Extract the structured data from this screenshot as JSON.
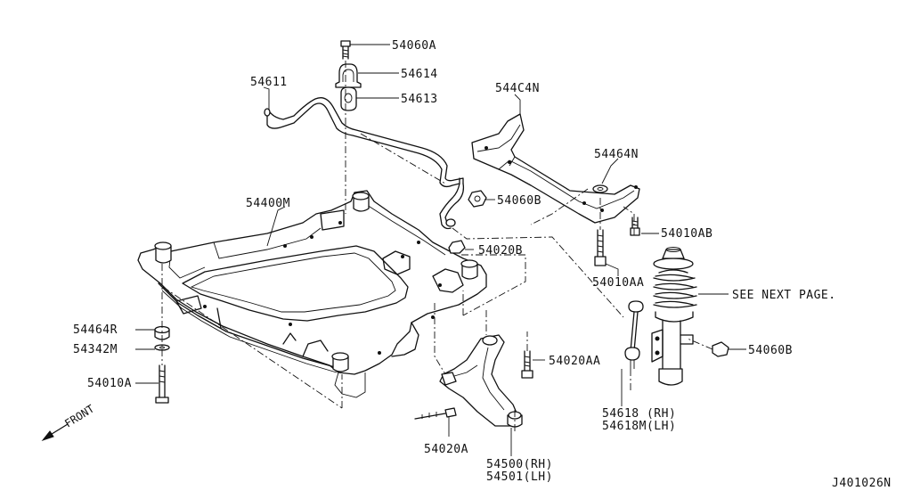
{
  "diagram_id": "J401026N",
  "direction_label": "FRONT",
  "callouts": {
    "p54060A": "54060A",
    "p54614": "54614",
    "p54613": "54613",
    "p54611": "54611",
    "p544C4N": "544C4N",
    "p54464N": "54464N",
    "p54060B_top": "54060B",
    "p54400M": "54400M",
    "p54020B": "54020B",
    "p54010AB": "54010AB",
    "p54010AA": "54010AA",
    "see_next_page": "SEE NEXT PAGE.",
    "p54464R": "54464R",
    "p54342M": "54342M",
    "p54010A": "54010A",
    "p54020AA": "54020AA",
    "p54060B_right": "54060B",
    "p54618_rh": "54618 (RH)",
    "p54618M_lh": "54618M(LH)",
    "p54020A": "54020A",
    "p54500_rh": "54500(RH)",
    "p54501_lh": "54501(LH)"
  }
}
